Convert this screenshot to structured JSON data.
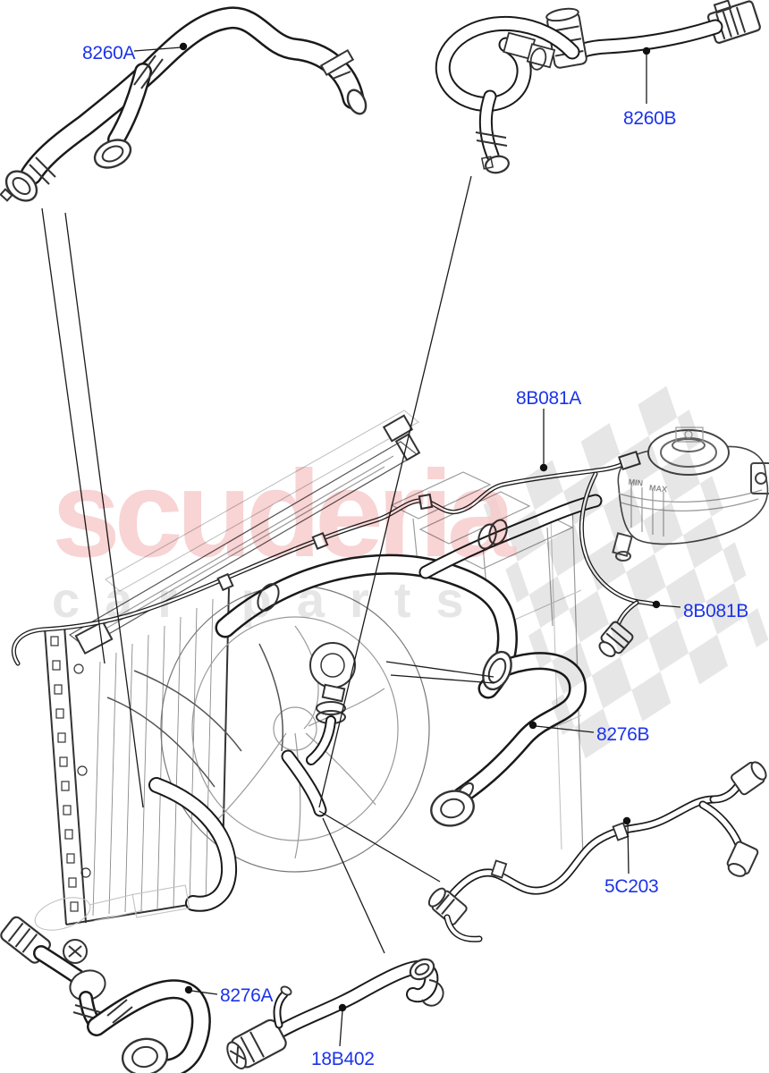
{
  "watermark": {
    "brand": "scuderia",
    "tagline": "car parts"
  },
  "tank": {
    "marking_min": "MIN",
    "marking_max": "MAX"
  },
  "labels": [
    {
      "id": "8260A",
      "text": "8260A"
    },
    {
      "id": "8260B",
      "text": "8260B"
    },
    {
      "id": "8B081A",
      "text": "8B081A"
    },
    {
      "id": "8B081B",
      "text": "8B081B"
    },
    {
      "id": "8276B",
      "text": "8276B"
    },
    {
      "id": "5C203",
      "text": "5C203"
    },
    {
      "id": "8276A",
      "text": "8276A"
    },
    {
      "id": "18B402",
      "text": "18B402"
    }
  ],
  "colors": {
    "label_blue": "#1c34e8",
    "line_dark": "#1a1a1a",
    "watermark_pink": "#f6c9c9",
    "watermark_gray": "#e3e3e3",
    "checker_gray": "#e6e6e6"
  }
}
